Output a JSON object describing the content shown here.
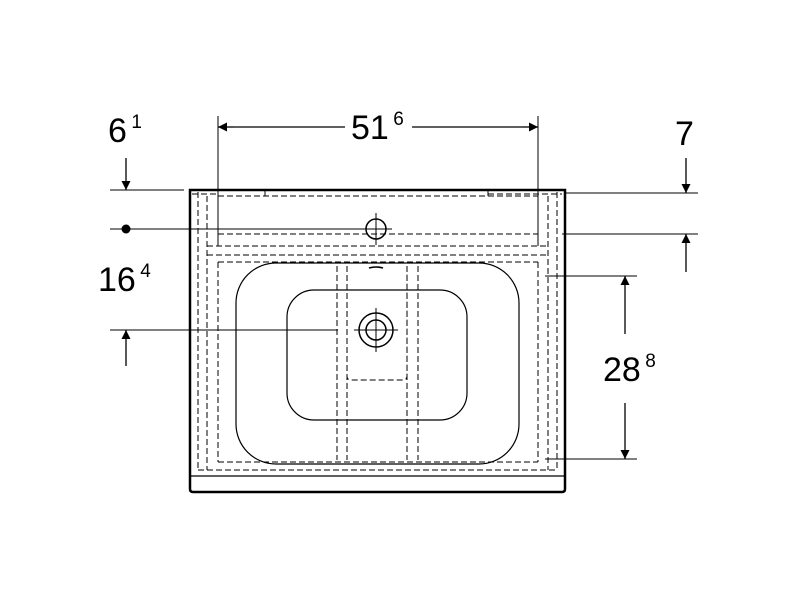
{
  "dimensions": {
    "overall_width": {
      "main": "51",
      "sup": "6"
    },
    "top_left_offset": {
      "main": "6",
      "sup": "1"
    },
    "top_right_offset": {
      "main": "7",
      "sup": ""
    },
    "tap_hole_to_drain": {
      "main": "16",
      "sup": "4"
    },
    "basin_depth": {
      "main": "28",
      "sup": "8"
    }
  },
  "colors": {
    "line": "#000000",
    "background": "#ffffff"
  }
}
